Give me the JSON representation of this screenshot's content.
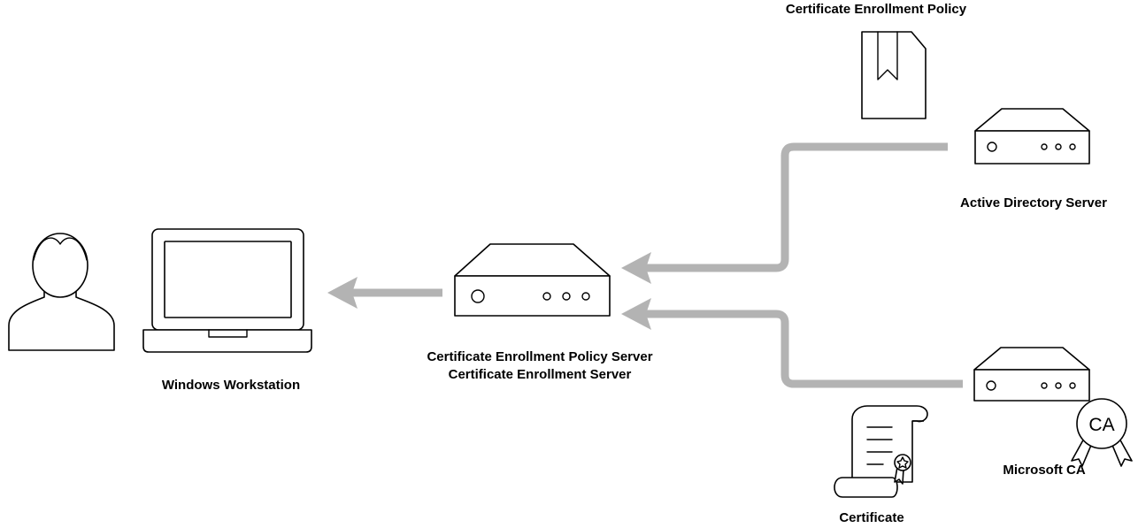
{
  "labels": {
    "windows_workstation": "Windows Workstation",
    "server_line1": "Certificate Enrollment Policy Server",
    "server_line2": "Certificate Enrollment Server",
    "active_directory": "Active Directory Server",
    "enrollment_policy": "Certificate Enrollment Policy",
    "microsoft_ca": "Microsoft CA",
    "certificate": "Certificate",
    "ca_badge": "CA"
  },
  "icons": [
    "user-icon",
    "laptop-icon",
    "server-icon",
    "policy-document-icon",
    "certificate-scroll-icon",
    "ca-seal-icon"
  ],
  "colors": {
    "flow_arrows": "#b3b3b3",
    "outline": "#000000",
    "background": "#ffffff"
  }
}
